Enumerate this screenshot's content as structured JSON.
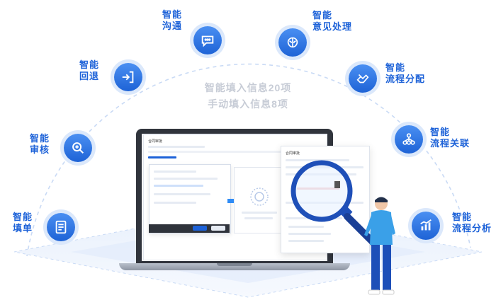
{
  "headline": {
    "line1": "智能填入信息20项",
    "line2": "手动填入信息8项"
  },
  "features": [
    {
      "id": "fill",
      "line1": "智能",
      "line2": "填单",
      "icon": "form-icon"
    },
    {
      "id": "audit",
      "line1": "智能",
      "line2": "审核",
      "icon": "zoom-in-icon"
    },
    {
      "id": "return",
      "line1": "智能",
      "line2": "回退",
      "icon": "return-icon"
    },
    {
      "id": "chat",
      "line1": "智能",
      "line2": "沟通",
      "icon": "chat-icon"
    },
    {
      "id": "opinion",
      "line1": "智能",
      "line2": "意见处理",
      "icon": "brain-icon"
    },
    {
      "id": "assign",
      "line1": "智能",
      "line2": "流程分配",
      "icon": "hand-icon"
    },
    {
      "id": "relate",
      "line1": "智能",
      "line2": "流程关联",
      "icon": "network-icon"
    },
    {
      "id": "analysis",
      "line1": "智能",
      "line2": "流程分析",
      "icon": "chart-icon"
    }
  ],
  "mockup": {
    "window_title": "合同审批",
    "side_window_title": "合同审批",
    "colors": {
      "accent": "#1d62d8",
      "arrow": "#2f8cf6",
      "laptop": "#30343c"
    }
  }
}
